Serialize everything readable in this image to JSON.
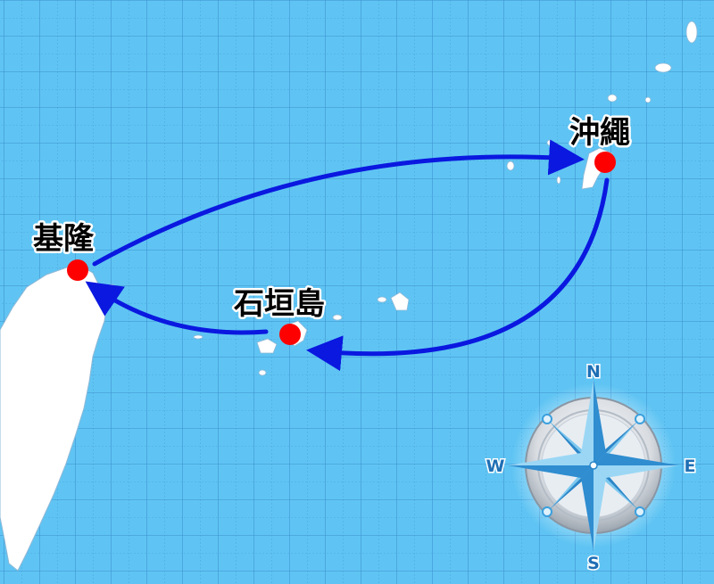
{
  "colors": {
    "sea": "#5fc4f3",
    "grid": "#3d8fcf",
    "land": "#ffffff",
    "route": "#0a18e0",
    "port_marker": "#ff0000",
    "compass_blue": "#3aa0de"
  },
  "ports": [
    {
      "id": "keelung",
      "label": "基隆"
    },
    {
      "id": "okinawa",
      "label": "沖繩"
    },
    {
      "id": "ishigaki",
      "label": "石垣島"
    }
  ],
  "routes": [
    {
      "from": "基隆",
      "to": "沖繩"
    },
    {
      "from": "沖繩",
      "to": "石垣島"
    },
    {
      "from": "石垣島",
      "to": "基隆"
    }
  ],
  "compass": {
    "icon": "compass-rose-icon",
    "north": "N",
    "east": "E",
    "south": "S",
    "west": "W"
  }
}
